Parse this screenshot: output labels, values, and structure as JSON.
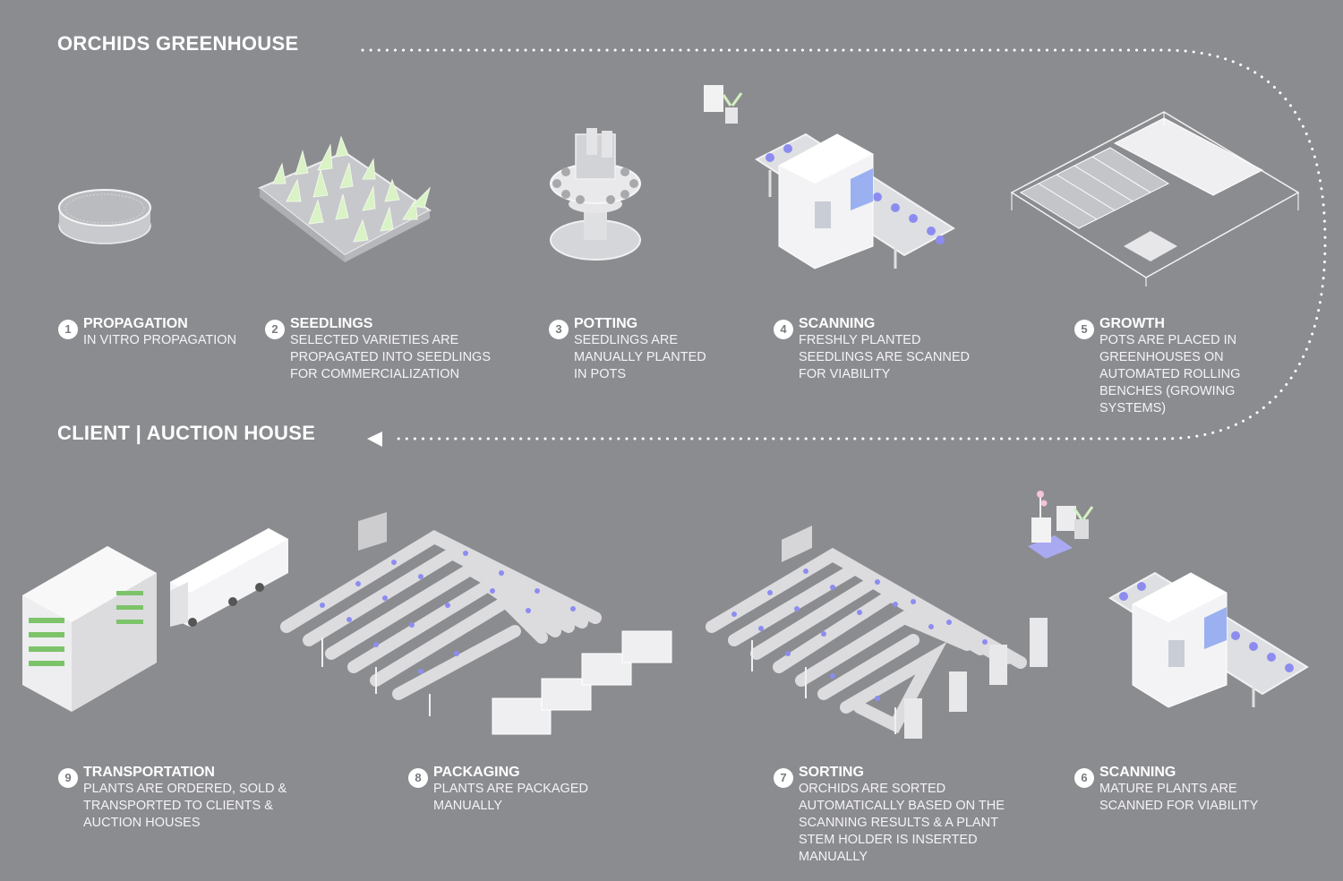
{
  "sections": {
    "greenhouse": "ORCHIDS GREENHOUSE",
    "client": "CLIENT | AUCTION HOUSE"
  },
  "steps": [
    {
      "num": "1",
      "title": "PROPAGATION",
      "desc": "IN VITRO PROPAGATION"
    },
    {
      "num": "2",
      "title": "SEEDLINGS",
      "desc": "SELECTED VARIETIES ARE\nPROPAGATED INTO SEEDLINGS\nFOR COMMERCIALIZATION"
    },
    {
      "num": "3",
      "title": "POTTING",
      "desc": "SEEDLINGS ARE\nMANUALLY PLANTED\nIN POTS"
    },
    {
      "num": "4",
      "title": "SCANNING",
      "desc": "FRESHLY PLANTED\nSEEDLINGS ARE SCANNED\nFOR VIABILITY"
    },
    {
      "num": "5",
      "title": "GROWTH",
      "desc": "POTS ARE PLACED IN\nGREENHOUSES ON\nAUTOMATED ROLLING\nBENCHES (GROWING\nSYSTEMS)"
    },
    {
      "num": "6",
      "title": "SCANNING",
      "desc": "MATURE PLANTS ARE\nSCANNED FOR VIABILITY"
    },
    {
      "num": "7",
      "title": "SORTING",
      "desc": "ORCHIDS ARE SORTED\nAUTOMATICALLY BASED ON THE\nSCANNING RESULTS & A PLANT\nSTEM HOLDER IS INSERTED\nMANUALLY"
    },
    {
      "num": "8",
      "title": "PACKAGING",
      "desc": "PLANTS ARE PACKAGED\nMANUALLY"
    },
    {
      "num": "9",
      "title": "TRANSPORTATION",
      "desc": "PLANTS ARE ORDERED, SOLD &\nTRANSPORTED TO CLIENTS &\nAUCTION HOUSES"
    }
  ],
  "colors": {
    "background": "#8b8c90",
    "machine": "#f3f3f5",
    "conveyor_pot": "#8c8cf0",
    "leaf_green": "#d4f0c0",
    "building_window": "#7cc36a"
  }
}
